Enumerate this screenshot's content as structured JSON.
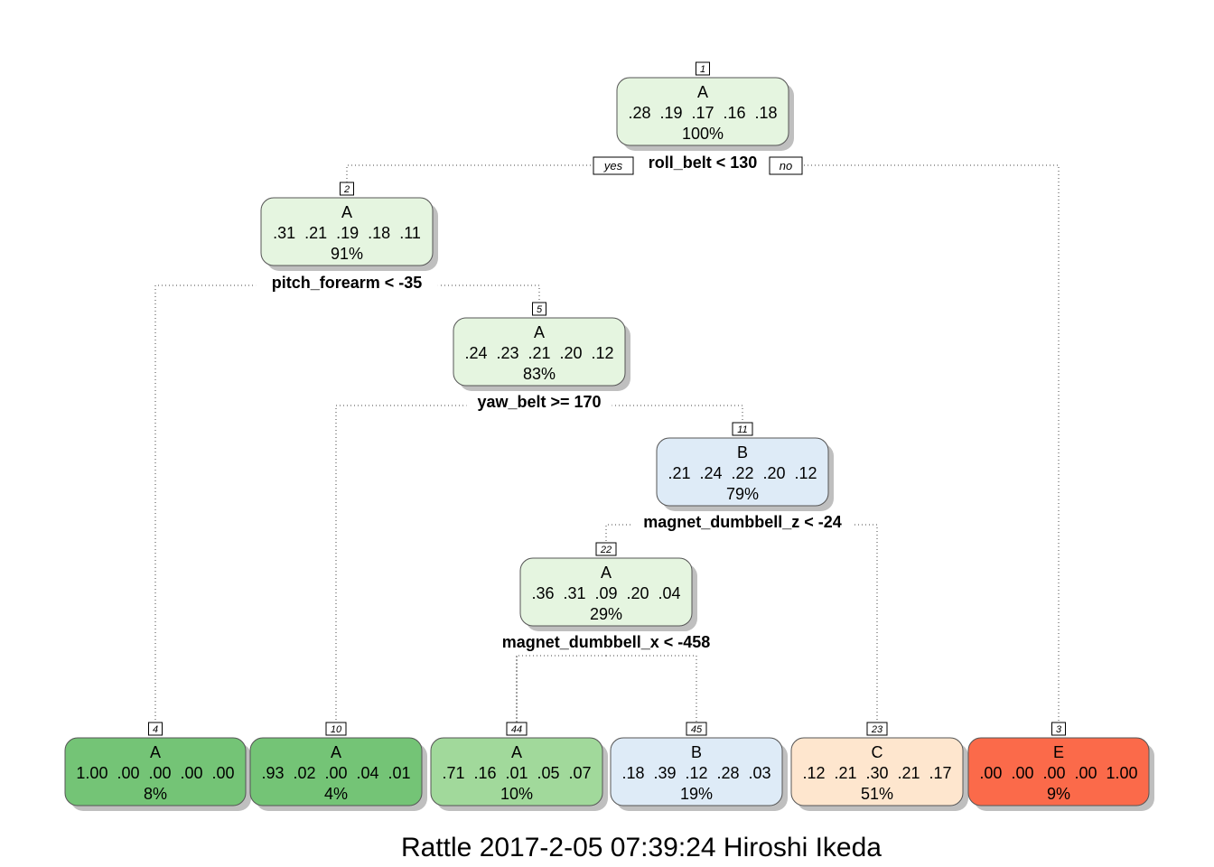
{
  "labels": {
    "yes": "yes",
    "no": "no"
  },
  "colors": {
    "A_light": "#e5f5e0",
    "A_medium": "#a1d99b",
    "A_dark": "#74c476",
    "B_light": "#deebf7",
    "C_light": "#fee6ce",
    "E_strong": "#fb6a4a"
  },
  "nodes": [
    {
      "id": "1",
      "class": "A",
      "probs": ".28  .19  .17  .16  .18",
      "pct": "100%",
      "color": "#e5f5e0"
    },
    {
      "id": "2",
      "class": "A",
      "probs": ".31  .21  .19  .18  .11",
      "pct": "91%",
      "color": "#e5f5e0"
    },
    {
      "id": "5",
      "class": "A",
      "probs": ".24  .23  .21  .20  .12",
      "pct": "83%",
      "color": "#e5f5e0"
    },
    {
      "id": "11",
      "class": "B",
      "probs": ".21  .24  .22  .20  .12",
      "pct": "79%",
      "color": "#deebf7"
    },
    {
      "id": "22",
      "class": "A",
      "probs": ".36  .31  .09  .20  .04",
      "pct": "29%",
      "color": "#e5f5e0"
    },
    {
      "id": "4",
      "class": "A",
      "probs": "1.00  .00  .00  .00  .00",
      "pct": "8%",
      "color": "#74c476"
    },
    {
      "id": "10",
      "class": "A",
      "probs": ".93  .02  .00  .04  .01",
      "pct": "4%",
      "color": "#74c476"
    },
    {
      "id": "44",
      "class": "A",
      "probs": ".71  .16  .01  .05  .07",
      "pct": "10%",
      "color": "#a1d99b"
    },
    {
      "id": "45",
      "class": "B",
      "probs": ".18  .39  .12  .28  .03",
      "pct": "19%",
      "color": "#deebf7"
    },
    {
      "id": "23",
      "class": "C",
      "probs": ".12  .21  .30  .21  .17",
      "pct": "51%",
      "color": "#fee6ce"
    },
    {
      "id": "3",
      "class": "E",
      "probs": ".00  .00  .00  .00  1.00",
      "pct": "9%",
      "color": "#fb6a4a"
    }
  ],
  "splits": [
    {
      "node": "1",
      "label": "roll_belt < 130"
    },
    {
      "node": "2",
      "label": "pitch_forearm < -35"
    },
    {
      "node": "5",
      "label": "yaw_belt >= 170"
    },
    {
      "node": "11",
      "label": "magnet_dumbbell_z < -24"
    },
    {
      "node": "22",
      "label": "magnet_dumbbell_x < -458"
    }
  ],
  "edges": [
    [
      "1",
      "2"
    ],
    [
      "1",
      "3"
    ],
    [
      "2",
      "4"
    ],
    [
      "2",
      "5"
    ],
    [
      "5",
      "10"
    ],
    [
      "5",
      "11"
    ],
    [
      "11",
      "22"
    ],
    [
      "11",
      "23"
    ],
    [
      "22",
      "44"
    ],
    [
      "22",
      "45"
    ]
  ],
  "caption": "Rattle 2017-2-05 07:39:24 Hiroshi Ikeda"
}
